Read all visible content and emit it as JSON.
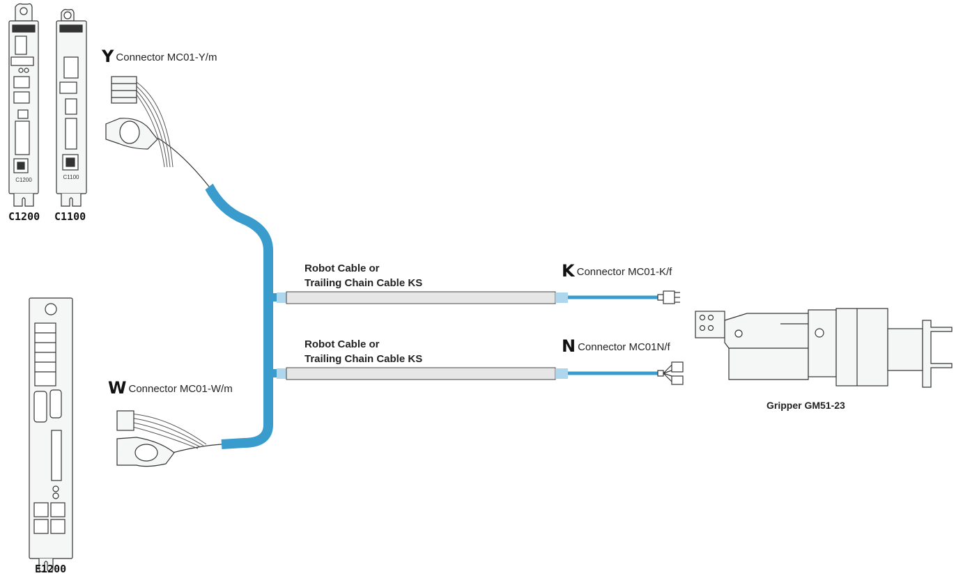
{
  "devices": {
    "c1200": "C1200",
    "c1100": "C1100",
    "e1200": "E1200",
    "c1200_panel": "C1200",
    "c1100_panel": "C1100"
  },
  "connectors": {
    "y": {
      "letter": "Y",
      "text": "Connector MC01-Y/m"
    },
    "w": {
      "letter": "W",
      "text": "Connector MC01-W/m"
    },
    "k": {
      "letter": "K",
      "text": "Connector MC01-K/f"
    },
    "n": {
      "letter": "N",
      "text": "Connector MC01N/f"
    }
  },
  "cables": {
    "upper": {
      "line1": "Robot Cable or",
      "line2": "Trailing Chain Cable KS"
    },
    "lower": {
      "line1": "Robot Cable or",
      "line2": "Trailing Chain Cable KS"
    }
  },
  "gripper": {
    "label": "Gripper GM51-23"
  },
  "colors": {
    "cable_blue": "#3a9ccc",
    "cable_gray": "#e6e6e6",
    "outline": "#333333",
    "panel_fill": "#f5f6f6"
  }
}
